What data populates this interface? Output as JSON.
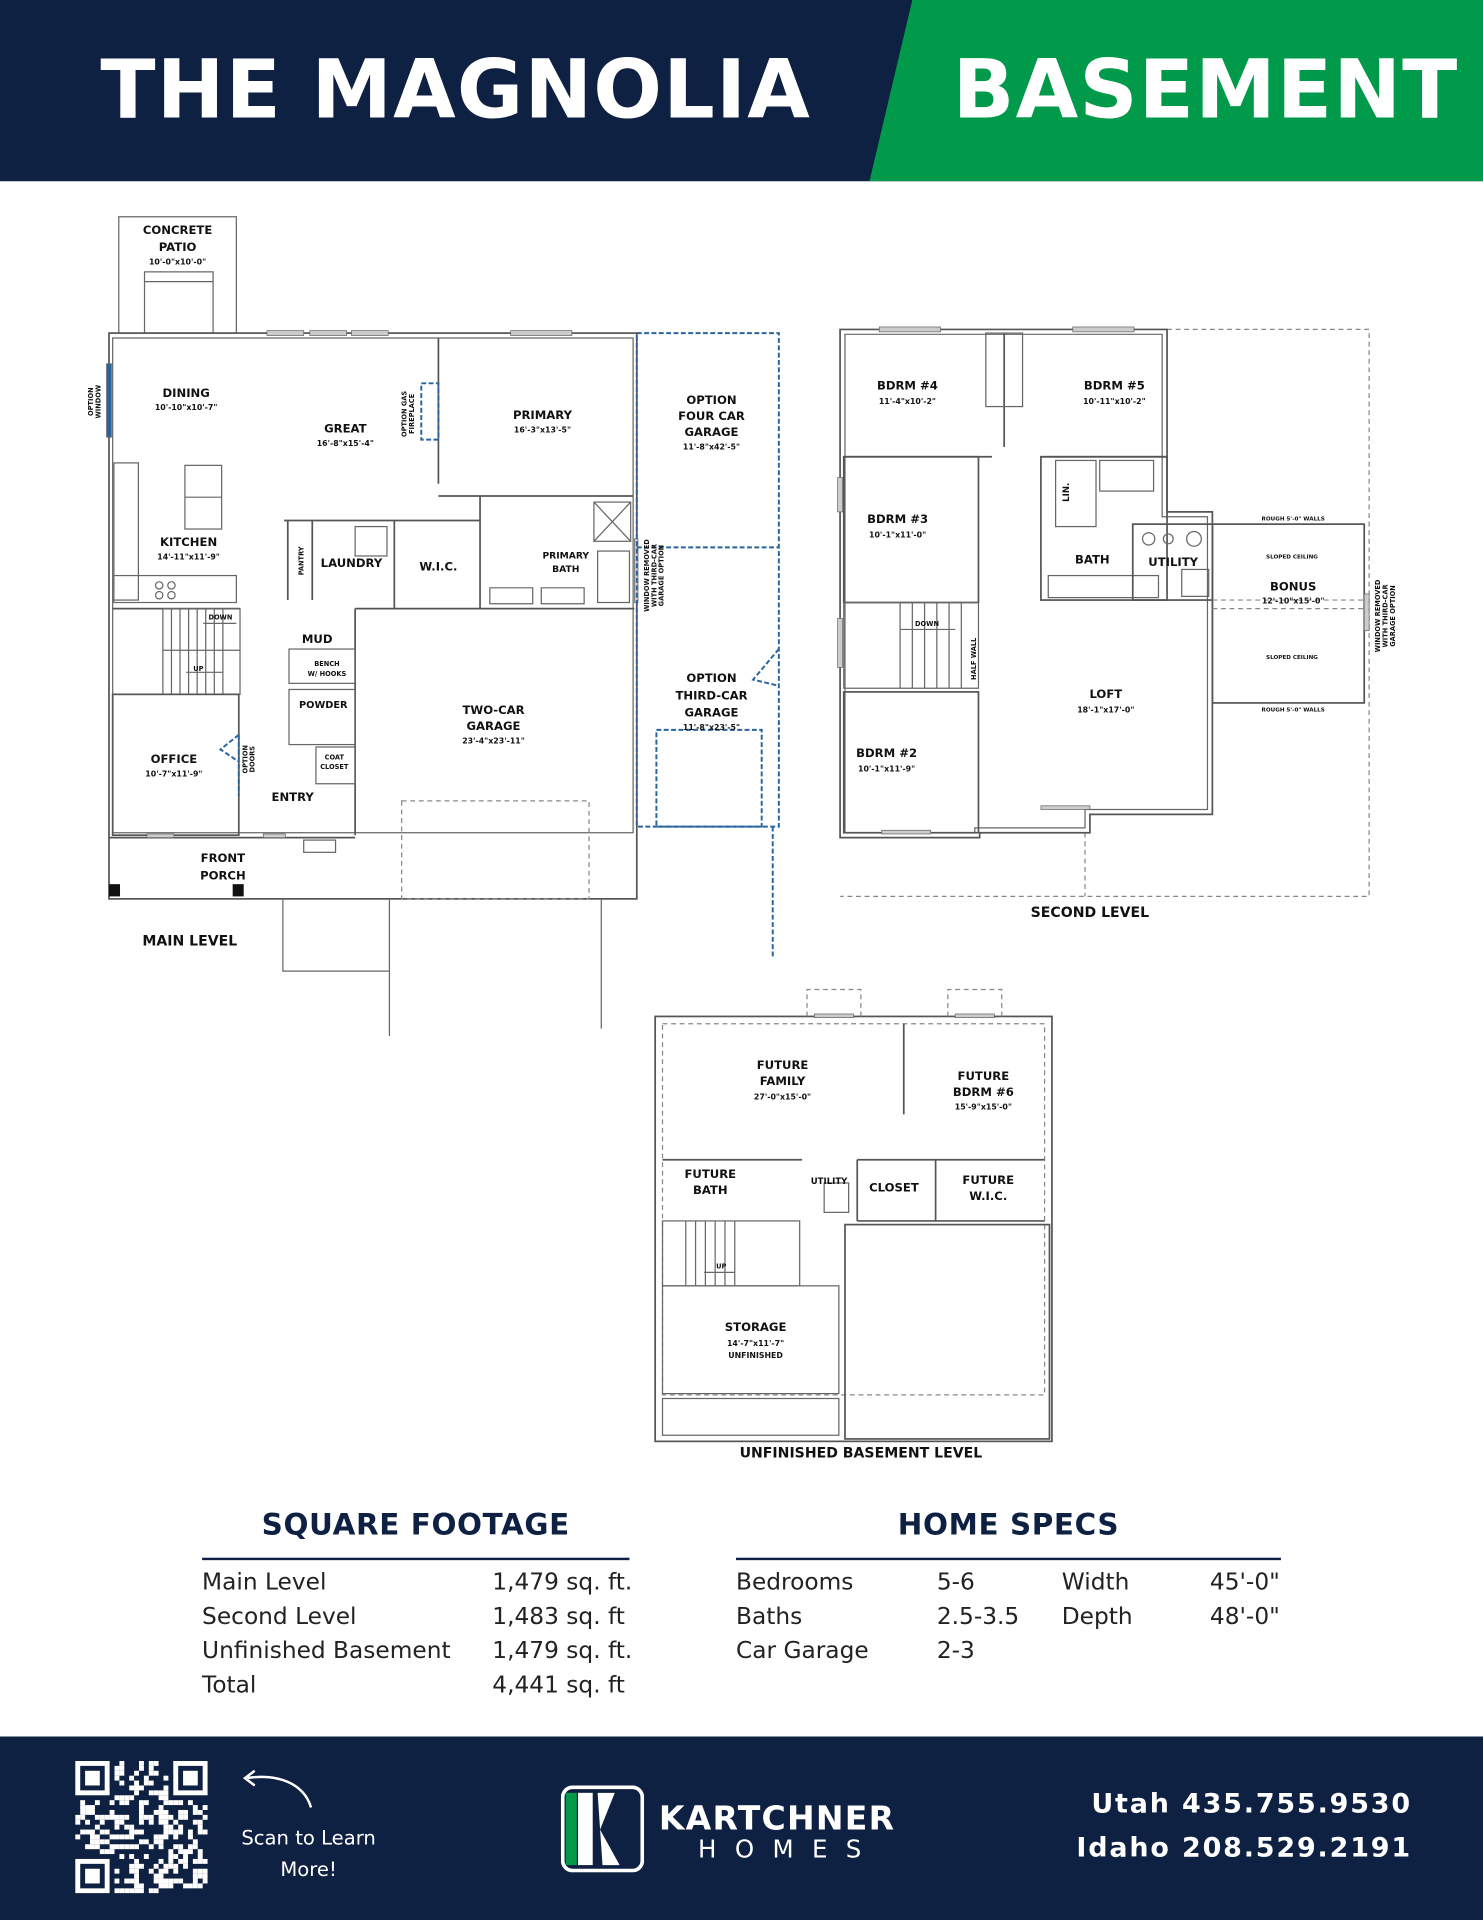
{
  "header": {
    "title": "THE MAGNOLIA",
    "badge": "BASEMENT",
    "colors": {
      "navy": "#0f2142",
      "green": "#009a4a"
    }
  },
  "main_level": {
    "label": "MAIN LEVEL",
    "rooms": [
      {
        "name": [
          "CONCRETE",
          "PATIO"
        ],
        "dim": "10'-0\"x10'-0\""
      },
      {
        "name": [
          "DINING"
        ],
        "dim": "10'-10\"x10'-7\""
      },
      {
        "name": [
          "GREAT"
        ],
        "dim": "16'-8\"x15'-4\""
      },
      {
        "name": [
          "PRIMARY"
        ],
        "dim": "16'-3\"x13'-5\""
      },
      {
        "name": [
          "OPTION",
          "FOUR CAR",
          "GARAGE"
        ],
        "dim": "11'-8\"x42'-5\""
      },
      {
        "name": [
          "KITCHEN"
        ],
        "dim": "14'-11\"x11'-9\""
      },
      {
        "name": [
          "LAUNDRY"
        ]
      },
      {
        "name": [
          "W.I.C."
        ]
      },
      {
        "name": [
          "PRIMARY",
          "BATH"
        ]
      },
      {
        "name": [
          "MUD"
        ]
      },
      {
        "name": [
          "POWDER"
        ]
      },
      {
        "name": [
          "OFFICE"
        ],
        "dim": "10'-7\"x11'-9\""
      },
      {
        "name": [
          "ENTRY"
        ]
      },
      {
        "name": [
          "TWO-CAR",
          "GARAGE"
        ],
        "dim": "23'-4\"x23'-11\""
      },
      {
        "name": [
          "OPTION",
          "THIRD-CAR",
          "GARAGE"
        ],
        "dim": "11'-8\"x23'-5\""
      },
      {
        "name": [
          "FRONT",
          "PORCH"
        ]
      }
    ],
    "notes": {
      "option_window": [
        "OPTION",
        "WINDOW"
      ],
      "fireplace": [
        "OPTION GAS",
        "FIREPLACE"
      ],
      "pantry": "PANTRY",
      "window_removed": [
        "WINDOW REMOVED",
        "WITH THIRD-CAR",
        "GARAGE OPTION"
      ],
      "down": "DOWN",
      "up": "UP",
      "bench": [
        "BENCH",
        "W/ HOOKS"
      ],
      "coat": [
        "COAT",
        "CLOSET"
      ],
      "option_doors": [
        "OPTION",
        "DOORS"
      ]
    }
  },
  "second_level": {
    "label": "SECOND LEVEL",
    "rooms": [
      {
        "name": [
          "BDRM #4"
        ],
        "dim": "11'-4\"x10'-2\""
      },
      {
        "name": [
          "BDRM #5"
        ],
        "dim": "10'-11\"x10'-2\""
      },
      {
        "name": [
          "BDRM #3"
        ],
        "dim": "10'-1\"x11'-0\""
      },
      {
        "name": [
          "BATH"
        ]
      },
      {
        "name": [
          "UTILITY"
        ]
      },
      {
        "name": [
          "BONUS"
        ],
        "dim": "12'-10\"x15'-0\""
      },
      {
        "name": [
          "LOFT"
        ],
        "dim": "18'-1\"x17'-0\""
      },
      {
        "name": [
          "BDRM #2"
        ],
        "dim": "10'-1\"x11'-9\""
      }
    ],
    "notes": {
      "lin": "LIN.",
      "sloped": "SLOPED CEILING",
      "rough": "ROUGH 5'-0\" WALLS",
      "down": "DOWN",
      "half_wall": "HALF WALL",
      "window_removed": [
        "WINDOW REMOVED",
        "WITH THIRD-CAR",
        "GARAGE OPTION"
      ]
    }
  },
  "basement": {
    "label": "UNFINISHED BASEMENT LEVEL",
    "rooms": [
      {
        "name": [
          "FUTURE",
          "FAMILY"
        ],
        "dim": "27'-0\"x15'-0\""
      },
      {
        "name": [
          "FUTURE",
          "BDRM #6"
        ],
        "dim": "15'-9\"x15'-0\""
      },
      {
        "name": [
          "FUTURE",
          "BATH"
        ]
      },
      {
        "name": [
          "UTILITY"
        ]
      },
      {
        "name": [
          "CLOSET"
        ]
      },
      {
        "name": [
          "FUTURE",
          "W.I.C."
        ]
      },
      {
        "name": [
          "STORAGE"
        ],
        "dim": "14'-7\"x11'-7\"",
        "note": "UNFINISHED"
      }
    ],
    "notes": {
      "up": "UP"
    }
  },
  "square_footage": {
    "heading": "SQUARE FOOTAGE",
    "rows": [
      {
        "label": "Main Level",
        "value": "1,479 sq. ft."
      },
      {
        "label": "Second Level",
        "value": "1,483 sq. ft"
      },
      {
        "label": "Unfinished Basement",
        "value": "1,479 sq. ft."
      },
      {
        "label": "Total",
        "value": "4,441 sq. ft"
      }
    ]
  },
  "home_specs": {
    "heading": "HOME SPECS",
    "rows": [
      {
        "label": "Bedrooms",
        "value": "5-6",
        "label2": "Width",
        "value2": "45'-0\""
      },
      {
        "label": "Baths",
        "value": "2.5-3.5",
        "label2": "Depth",
        "value2": "48'-0\""
      },
      {
        "label": "Car Garage",
        "value": "2-3"
      }
    ]
  },
  "footer": {
    "scan": [
      "Scan to Learn",
      "More!"
    ],
    "brand": "KARTCHNER",
    "brand_sub": "HOMES",
    "phones": [
      "Utah 435.755.9530",
      "Idaho 208.529.2191"
    ]
  }
}
